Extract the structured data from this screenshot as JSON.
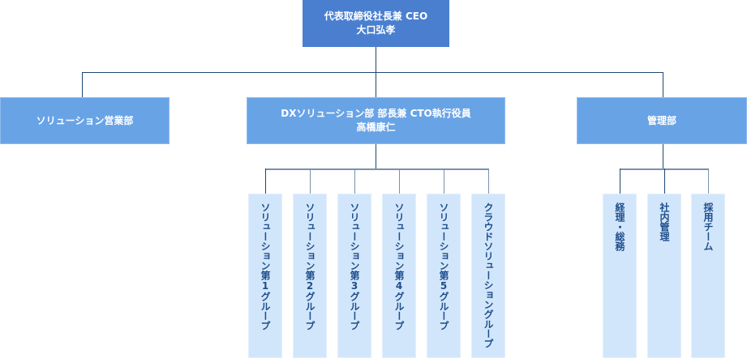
{
  "chart": {
    "ceo": {
      "title": "代表取締役社長兼 CEO",
      "name": "大口弘孝"
    },
    "departments": [
      {
        "label": "ソリューション営業部",
        "sub": ""
      },
      {
        "label": "DXソリューション部 部長兼 CTO執行役員",
        "sub": "高橋康仁",
        "groups": [
          "ソリューション第1グループ",
          "ソリューション第2グループ",
          "ソリューション第3グループ",
          "ソリューション第4グループ",
          "ソリューション第5グループ",
          "クラウドソリューショングループ"
        ]
      },
      {
        "label": "管理部",
        "sub": "",
        "groups": [
          "経理・総務",
          "社内管理",
          "採用チーム"
        ]
      }
    ]
  },
  "colors": {
    "ceo_fill": "#4a7fd0",
    "dept_fill": "#68a3e6",
    "group_fill": "#d2e6fb",
    "group_text": "#1f4e8c",
    "line": "#1f4870"
  }
}
